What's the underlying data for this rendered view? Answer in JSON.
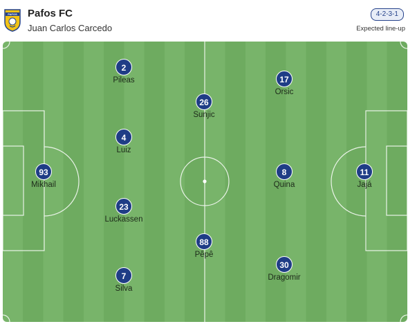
{
  "team": {
    "name": "Pafos FC",
    "coach": "Juan Carlos Carcedo",
    "crest_text": "PAFOS"
  },
  "formation": {
    "label": "4-2-3-1",
    "subtitle": "Expected line-up"
  },
  "colors": {
    "player_badge": "#1f3d86",
    "pitch_light": "#78b46a",
    "pitch_dark": "#6eab60",
    "accent": "#24418a"
  },
  "players": [
    {
      "number": "93",
      "name": "Mikhail"
    },
    {
      "number": "2",
      "name": "Pileas"
    },
    {
      "number": "4",
      "name": "Luiz"
    },
    {
      "number": "23",
      "name": "Luckassen"
    },
    {
      "number": "7",
      "name": "Silva"
    },
    {
      "number": "26",
      "name": "Sunjic"
    },
    {
      "number": "88",
      "name": "Pêpê"
    },
    {
      "number": "17",
      "name": "Orsic"
    },
    {
      "number": "8",
      "name": "Quina"
    },
    {
      "number": "30",
      "name": "Dragomir"
    },
    {
      "number": "11",
      "name": "Jajá"
    }
  ]
}
